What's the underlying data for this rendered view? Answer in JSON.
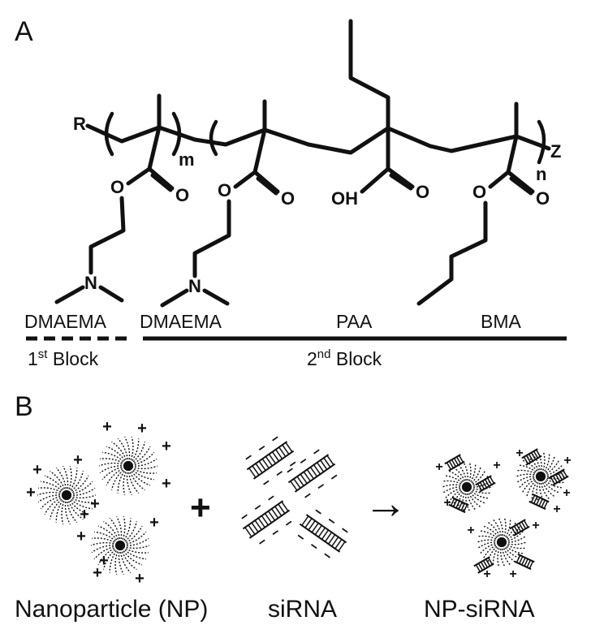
{
  "panel_a": {
    "label": "A",
    "atoms": {
      "r": "R",
      "m": "m",
      "n": "n",
      "z": "Z",
      "o": "O",
      "n_amine": "N",
      "oh": "OH"
    },
    "monomers": {
      "dmaema_1": "DMAEMA",
      "dmaema_2": "DMAEMA",
      "paa": "PAA",
      "bma": "BMA"
    },
    "blocks": {
      "first_prefix": "1",
      "first_sup": "st",
      "first_suffix": " Block",
      "second_prefix": "2",
      "second_sup": "nd",
      "second_suffix": " Block"
    }
  },
  "panel_b": {
    "label": "B",
    "plus_sign": "+",
    "arrow_glyph": "→",
    "captions": {
      "nanoparticle": "Nanoparticle (NP)",
      "sirna": "siRNA",
      "complex": "NP-siRNA"
    },
    "charges": {
      "positive": "+",
      "negative": "−"
    }
  }
}
